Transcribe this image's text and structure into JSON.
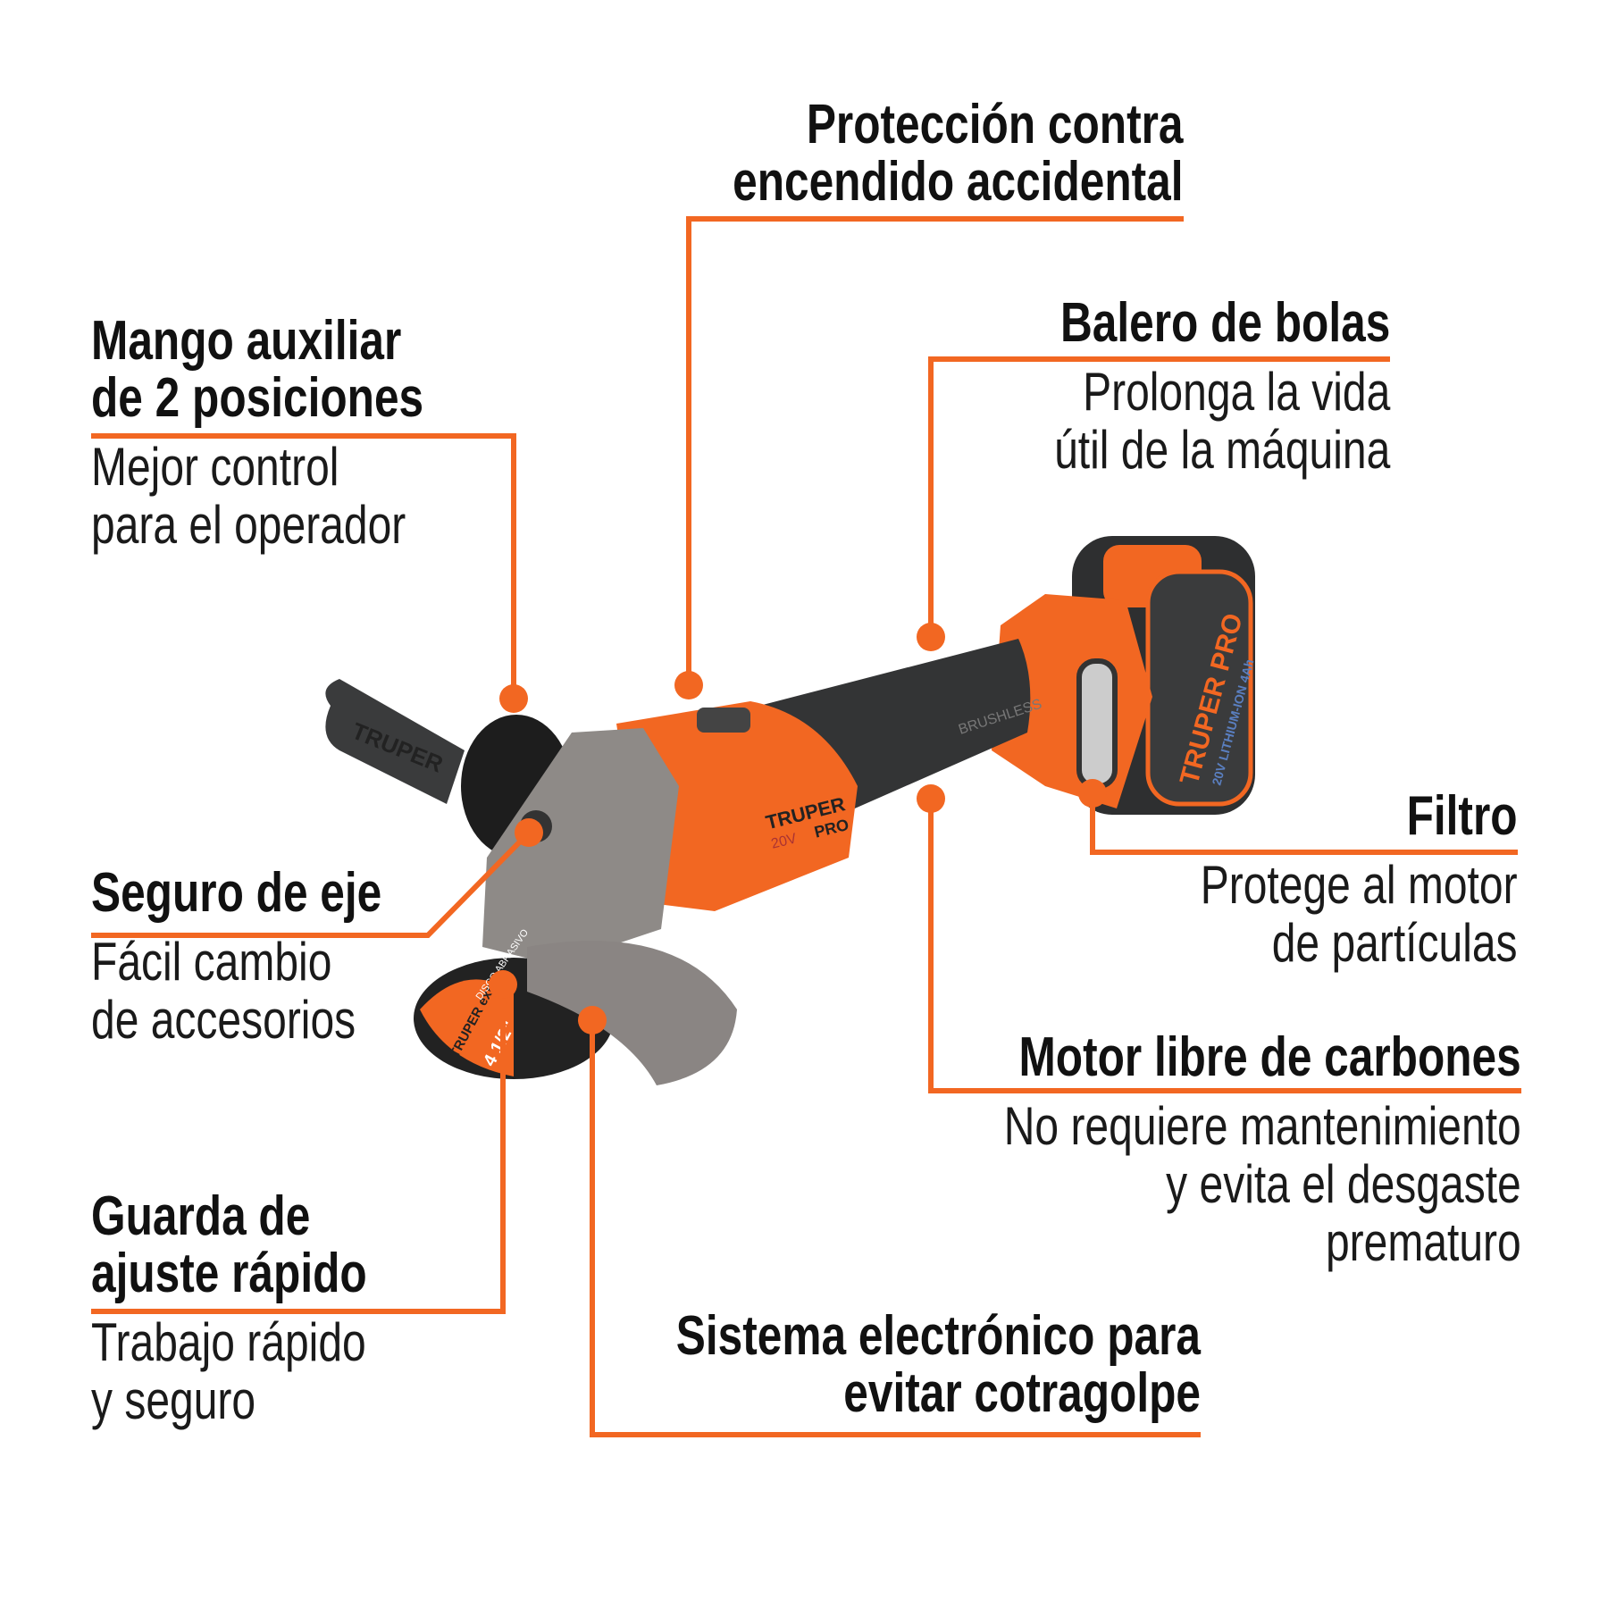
{
  "colors": {
    "accent": "#f26722",
    "text": "#111111"
  },
  "product": {
    "brand": "TRUPER",
    "line": "PRO",
    "voltage": "20V",
    "motor_label": "BRUSHLESS",
    "battery_label": "TRUPER PRO",
    "battery_sub": "20V LITHIUM-ION 4Ah",
    "disc_brand": "TRUPER expert",
    "disc_size": "4 1/2\"",
    "disc_text": "DISCO ABRASIVO"
  },
  "callouts": {
    "proteccion": {
      "title": [
        "Protección contra",
        "encendido accidental"
      ]
    },
    "balero": {
      "title": [
        "Balero de bolas"
      ],
      "desc": [
        "Prolonga la vida",
        "útil de la máquina"
      ]
    },
    "mango": {
      "title": [
        "Mango auxiliar",
        "de 2 posiciones"
      ],
      "desc": [
        "Mejor control",
        "para el operador"
      ]
    },
    "seguro": {
      "title": [
        "Seguro de eje"
      ],
      "desc": [
        "Fácil cambio",
        "de accesorios"
      ]
    },
    "filtro": {
      "title": [
        "Filtro"
      ],
      "desc": [
        "Protege al motor",
        "de partículas"
      ]
    },
    "motor": {
      "title": [
        "Motor libre de carbones"
      ],
      "desc": [
        "No requiere mantenimiento",
        "y evita el desgaste",
        "prematuro"
      ]
    },
    "guarda": {
      "title": [
        "Guarda de",
        "ajuste rápido"
      ],
      "desc": [
        "Trabajo rápido",
        "y seguro"
      ]
    },
    "sistema": {
      "title": [
        "Sistema electrónico para",
        "evitar cotragolpe"
      ]
    }
  }
}
